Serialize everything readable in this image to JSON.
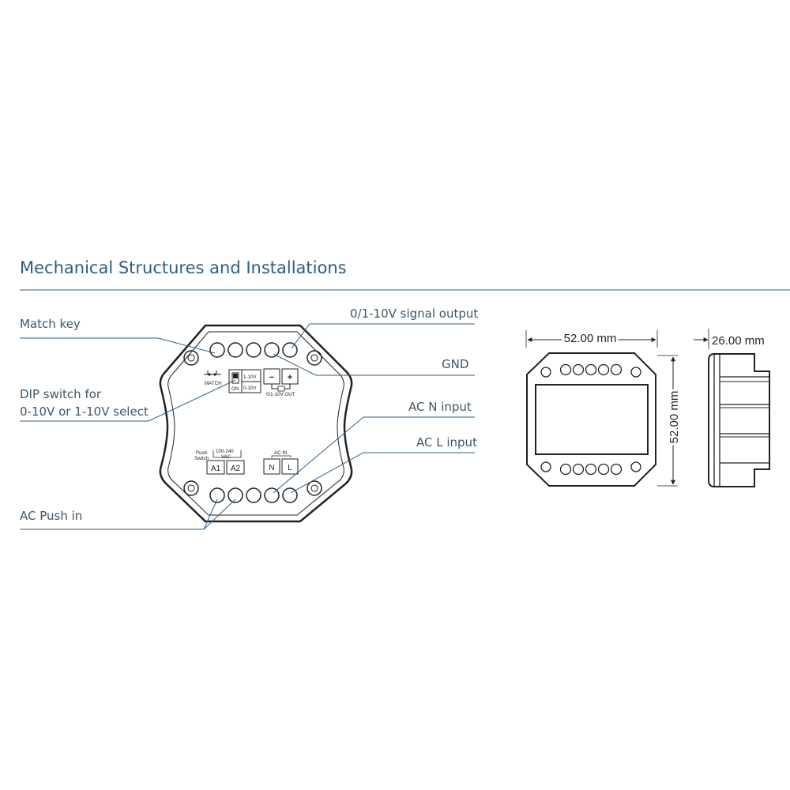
{
  "section_title": "Mechanical Structures and Installations",
  "callouts": {
    "match_key": "Match key",
    "dip_switch_line1": "DIP switch for",
    "dip_switch_line2": "0-10V or 1-10V select",
    "ac_push_in": "AC Push in",
    "signal_output": "0/1-10V signal output",
    "gnd": "GND",
    "ac_n_input": "AC N input",
    "ac_l_input": "AC L input"
  },
  "device_labels": {
    "match": "MATCH",
    "dip_1_10v": "1-10V",
    "dip_0_10v": "0-10V",
    "dip_on": "ON",
    "minus": "−",
    "plus": "+",
    "out_label": "0/1-10V OUT",
    "push_switch_line1": "Push",
    "push_switch_line2": "Switch",
    "vac_line1": "100-240",
    "vac_line2": "VAC",
    "a1": "A1",
    "a2": "A2",
    "ac_in": "AC IN",
    "n": "N",
    "l": "L"
  },
  "dimensions": {
    "width": "52.00 mm",
    "height": "52.00 mm",
    "depth": "26.00 mm"
  },
  "colors": {
    "accent": "#2b5d86",
    "line": "#222222"
  }
}
